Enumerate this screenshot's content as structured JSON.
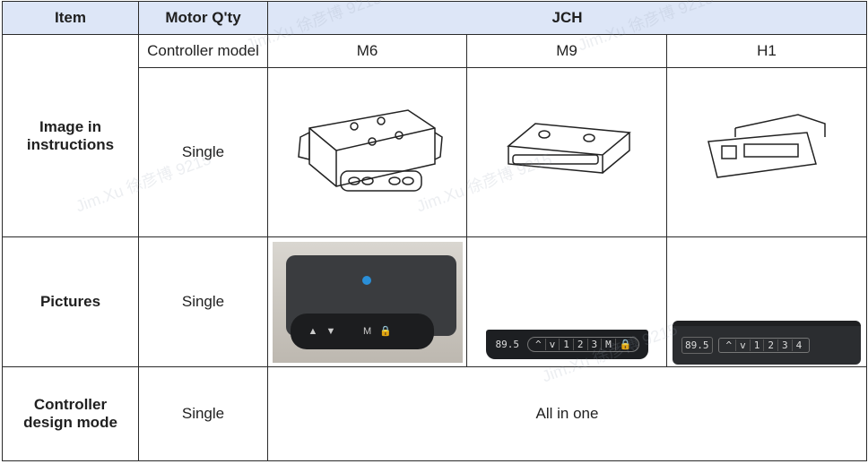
{
  "header": {
    "item": "Item",
    "motor_qty": "Motor Q'ty",
    "brand": "JCH"
  },
  "rows": {
    "controller_model": {
      "label": "Controller model",
      "models": [
        "M6",
        "M9",
        "H1"
      ]
    },
    "image_in_instructions": {
      "label": "Image in instructions",
      "qty": "Single"
    },
    "pictures": {
      "label": "Pictures",
      "qty": "Single"
    },
    "design_mode": {
      "label": "Controller design mode",
      "qty": "Single",
      "value": "All in one"
    }
  },
  "panels": {
    "m9": {
      "display": "89.5",
      "keys": [
        "^",
        "v",
        "1",
        "2",
        "3",
        "M",
        "🔒"
      ]
    },
    "h1": {
      "display": "89.5",
      "keys": [
        "^",
        "v",
        "1",
        "2",
        "3",
        "4"
      ]
    }
  },
  "watermark": "Jim.Xu 徐彦博 9215"
}
